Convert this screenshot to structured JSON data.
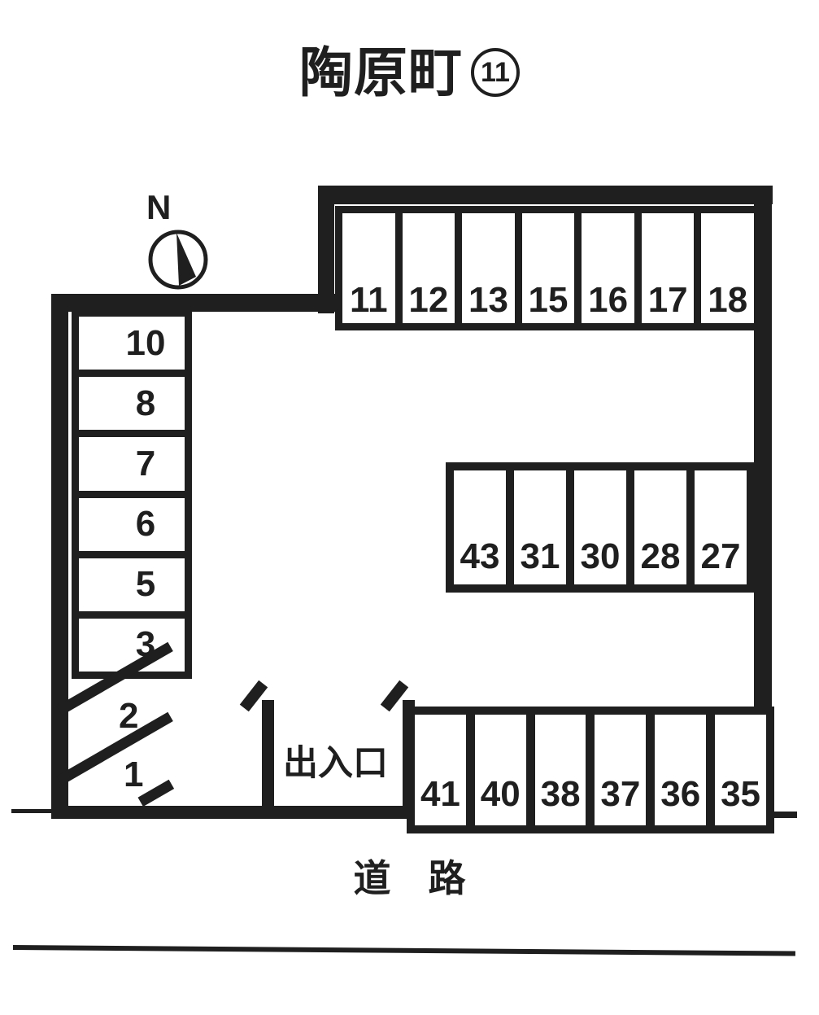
{
  "title": {
    "area_name": "陶原町",
    "lot_number": "11"
  },
  "compass": {
    "label": "N"
  },
  "labels": {
    "entrance": "出入口",
    "road_chars": [
      "道",
      "路"
    ]
  },
  "spaces": {
    "top_row": [
      "11",
      "12",
      "13",
      "15",
      "16",
      "17",
      "18"
    ],
    "left_column": [
      "10",
      "8",
      "7",
      "6",
      "5",
      "3"
    ],
    "middle_row": [
      "43",
      "31",
      "30",
      "28",
      "27"
    ],
    "diagonal_row": [
      "2",
      "1"
    ],
    "bottom_row": [
      "41",
      "40",
      "38",
      "37",
      "36",
      "35"
    ]
  },
  "colors": {
    "ink": "#1f1f1f",
    "background": "#ffffff"
  }
}
